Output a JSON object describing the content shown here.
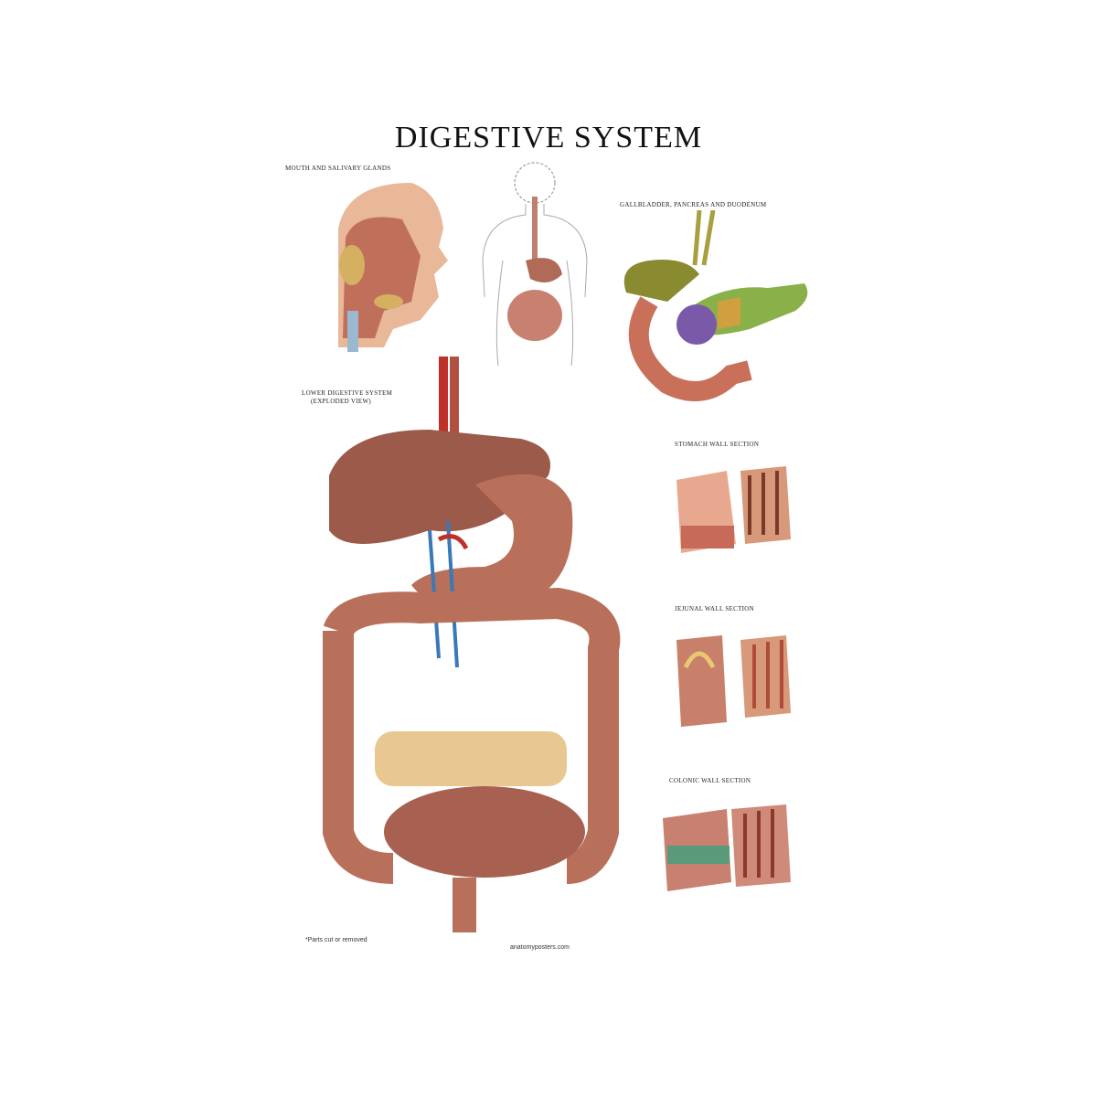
{
  "poster": {
    "title": "DIGESTIVE SYSTEM",
    "sections": [
      {
        "id": "mouth",
        "title": "MOUTH AND SALIVARY GLANDS"
      },
      {
        "id": "gallbladder",
        "title": "GALLBLADDER, PANCREAS AND DUODENUM"
      },
      {
        "id": "lower",
        "title": "LOWER DIGESTIVE SYSTEM",
        "subtitle": "(EXPLODED VIEW)"
      },
      {
        "id": "stomach-wall",
        "title": "STOMACH WALL SECTION"
      },
      {
        "id": "jejunal-wall",
        "title": "JEJUNAL WALL SECTION"
      },
      {
        "id": "colonic-wall",
        "title": "COLONIC WALL SECTION"
      }
    ],
    "footnote": "*Parts cut or removed",
    "website": "anatomyposters.com"
  },
  "colors": {
    "tissue": "#b8705a",
    "tissue_dark": "#8a4a3a",
    "liver": "#9c5a4a",
    "vessel_red": "#c0302a",
    "vessel_blue": "#3a78b8",
    "fat": "#e8c890",
    "pancreas_green": "#8ab04a",
    "pancreas_purple": "#7a5aa8"
  }
}
